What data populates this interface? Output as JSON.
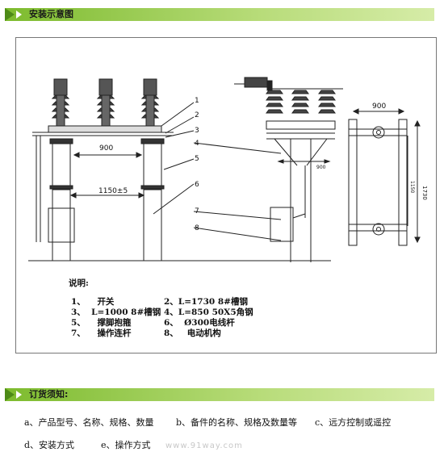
{
  "section1_title": "安装示意图",
  "section2_title": "订货须知:",
  "dims": {
    "d900_a": "900",
    "d1150": "1150±5",
    "d900_b": "900",
    "d1730": "1730",
    "d1150_side": "1150",
    "d900_small": "900"
  },
  "callouts": [
    "1",
    "2",
    "3",
    "4",
    "5",
    "6",
    "7",
    "8"
  ],
  "legend": {
    "heading": "说明:",
    "items": [
      {
        "num": "1、",
        "text": "开关"
      },
      {
        "num": "2、",
        "text": "L=1730  8#槽钢"
      },
      {
        "num": "3、",
        "text": "L=1000   8#槽钢"
      },
      {
        "num": "4、",
        "text": "L=850  50X5角钢"
      },
      {
        "num": "5、",
        "text": "撑脚抱箍"
      },
      {
        "num": "6、",
        "text": "Ø300电线杆"
      },
      {
        "num": "7、",
        "text": "操作连杆"
      },
      {
        "num": "8、",
        "text": "电动机构"
      }
    ]
  },
  "order": {
    "a": "a、产品型号、名称、规格、数量",
    "b": "b、备件的名称、规格及数量等",
    "c": "c、远方控制或遥控",
    "d": "d、安装方式",
    "e": "e、操作方式"
  },
  "watermark": "www.91way.com"
}
